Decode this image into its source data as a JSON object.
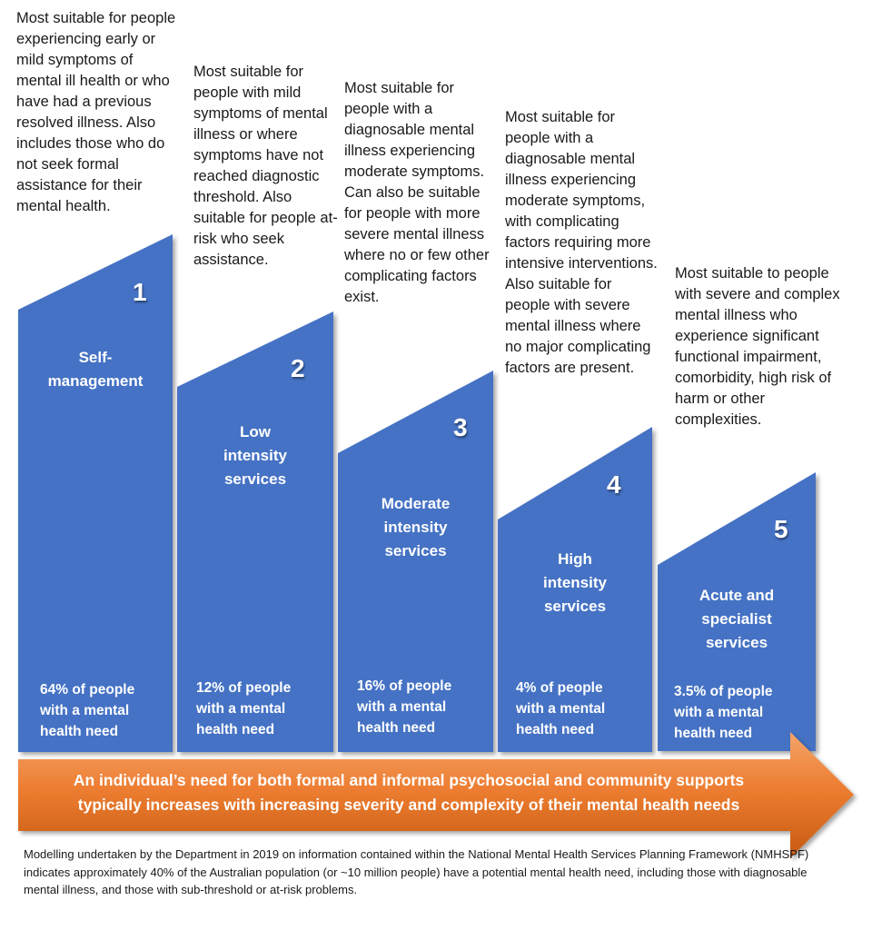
{
  "colors": {
    "column_fill": "#4472C4",
    "arrow_top": "#F4A46A",
    "arrow_mid": "#ED7D31",
    "arrow_bottom": "#C55A11",
    "text_dark": "#1a1a1a",
    "text_light": "#ffffff"
  },
  "tiers": [
    {
      "number": "1",
      "title_lines": [
        "Self-",
        "management"
      ],
      "description": "Most suitable for people experiencing early or mild symptoms of mental ill health or who have had a previous resolved illness. Also includes those who do not seek formal assistance for their mental health.",
      "percentage": "64%",
      "population_lines": [
        "64% of people",
        "with a mental",
        "health need"
      ]
    },
    {
      "number": "2",
      "title_lines": [
        "Low",
        "intensity",
        "services"
      ],
      "description": "Most suitable for people with mild symptoms of mental illness or where symptoms have not reached diagnostic threshold. Also suitable for people at-risk who seek assistance.",
      "percentage": "12%",
      "population_lines": [
        "12% of people",
        "with a mental",
        "health need"
      ]
    },
    {
      "number": "3",
      "title_lines": [
        "Moderate",
        "intensity",
        "services"
      ],
      "description": "Most suitable for people with a diagnosable mental illness experiencing moderate symptoms. Can also be suitable for people with more severe mental illness where no or few other complicating factors exist.",
      "percentage": "16%",
      "population_lines": [
        "16% of people",
        "with a mental",
        "health need"
      ]
    },
    {
      "number": "4",
      "title_lines": [
        "High",
        "intensity",
        "services"
      ],
      "description": "Most suitable for people with a diagnosable mental illness experiencing moderate symptoms, with complicating factors requiring more intensive interventions. Also suitable for people with severe mental illness where no major complicating factors are present.",
      "percentage": "4%",
      "population_lines": [
        "4% of people",
        "with a mental",
        "health need"
      ]
    },
    {
      "number": "5",
      "title_lines": [
        "Acute and",
        "specialist",
        "services"
      ],
      "description": "Most suitable to people with severe and complex mental illness who experience significant functional impairment, comorbidity, high risk of harm or other complexities.",
      "percentage": "3.5%",
      "population_lines": [
        "3.5% of people",
        "with a mental",
        "health need"
      ]
    }
  ],
  "arrow": {
    "lines": [
      "An individual’s need for both formal and informal psychosocial and community supports",
      "typically increases with increasing severity and complexity of their mental health needs"
    ]
  },
  "footnote": "Modelling undertaken by the Department in 2019 on information contained within the National Mental Health Services Planning Framework (NMHSPF) indicates approximately 40% of the Australian population (or ~10 million people) have a potential mental health need, including those with diagnosable mental illness, and those with sub-threshold or at-risk problems."
}
